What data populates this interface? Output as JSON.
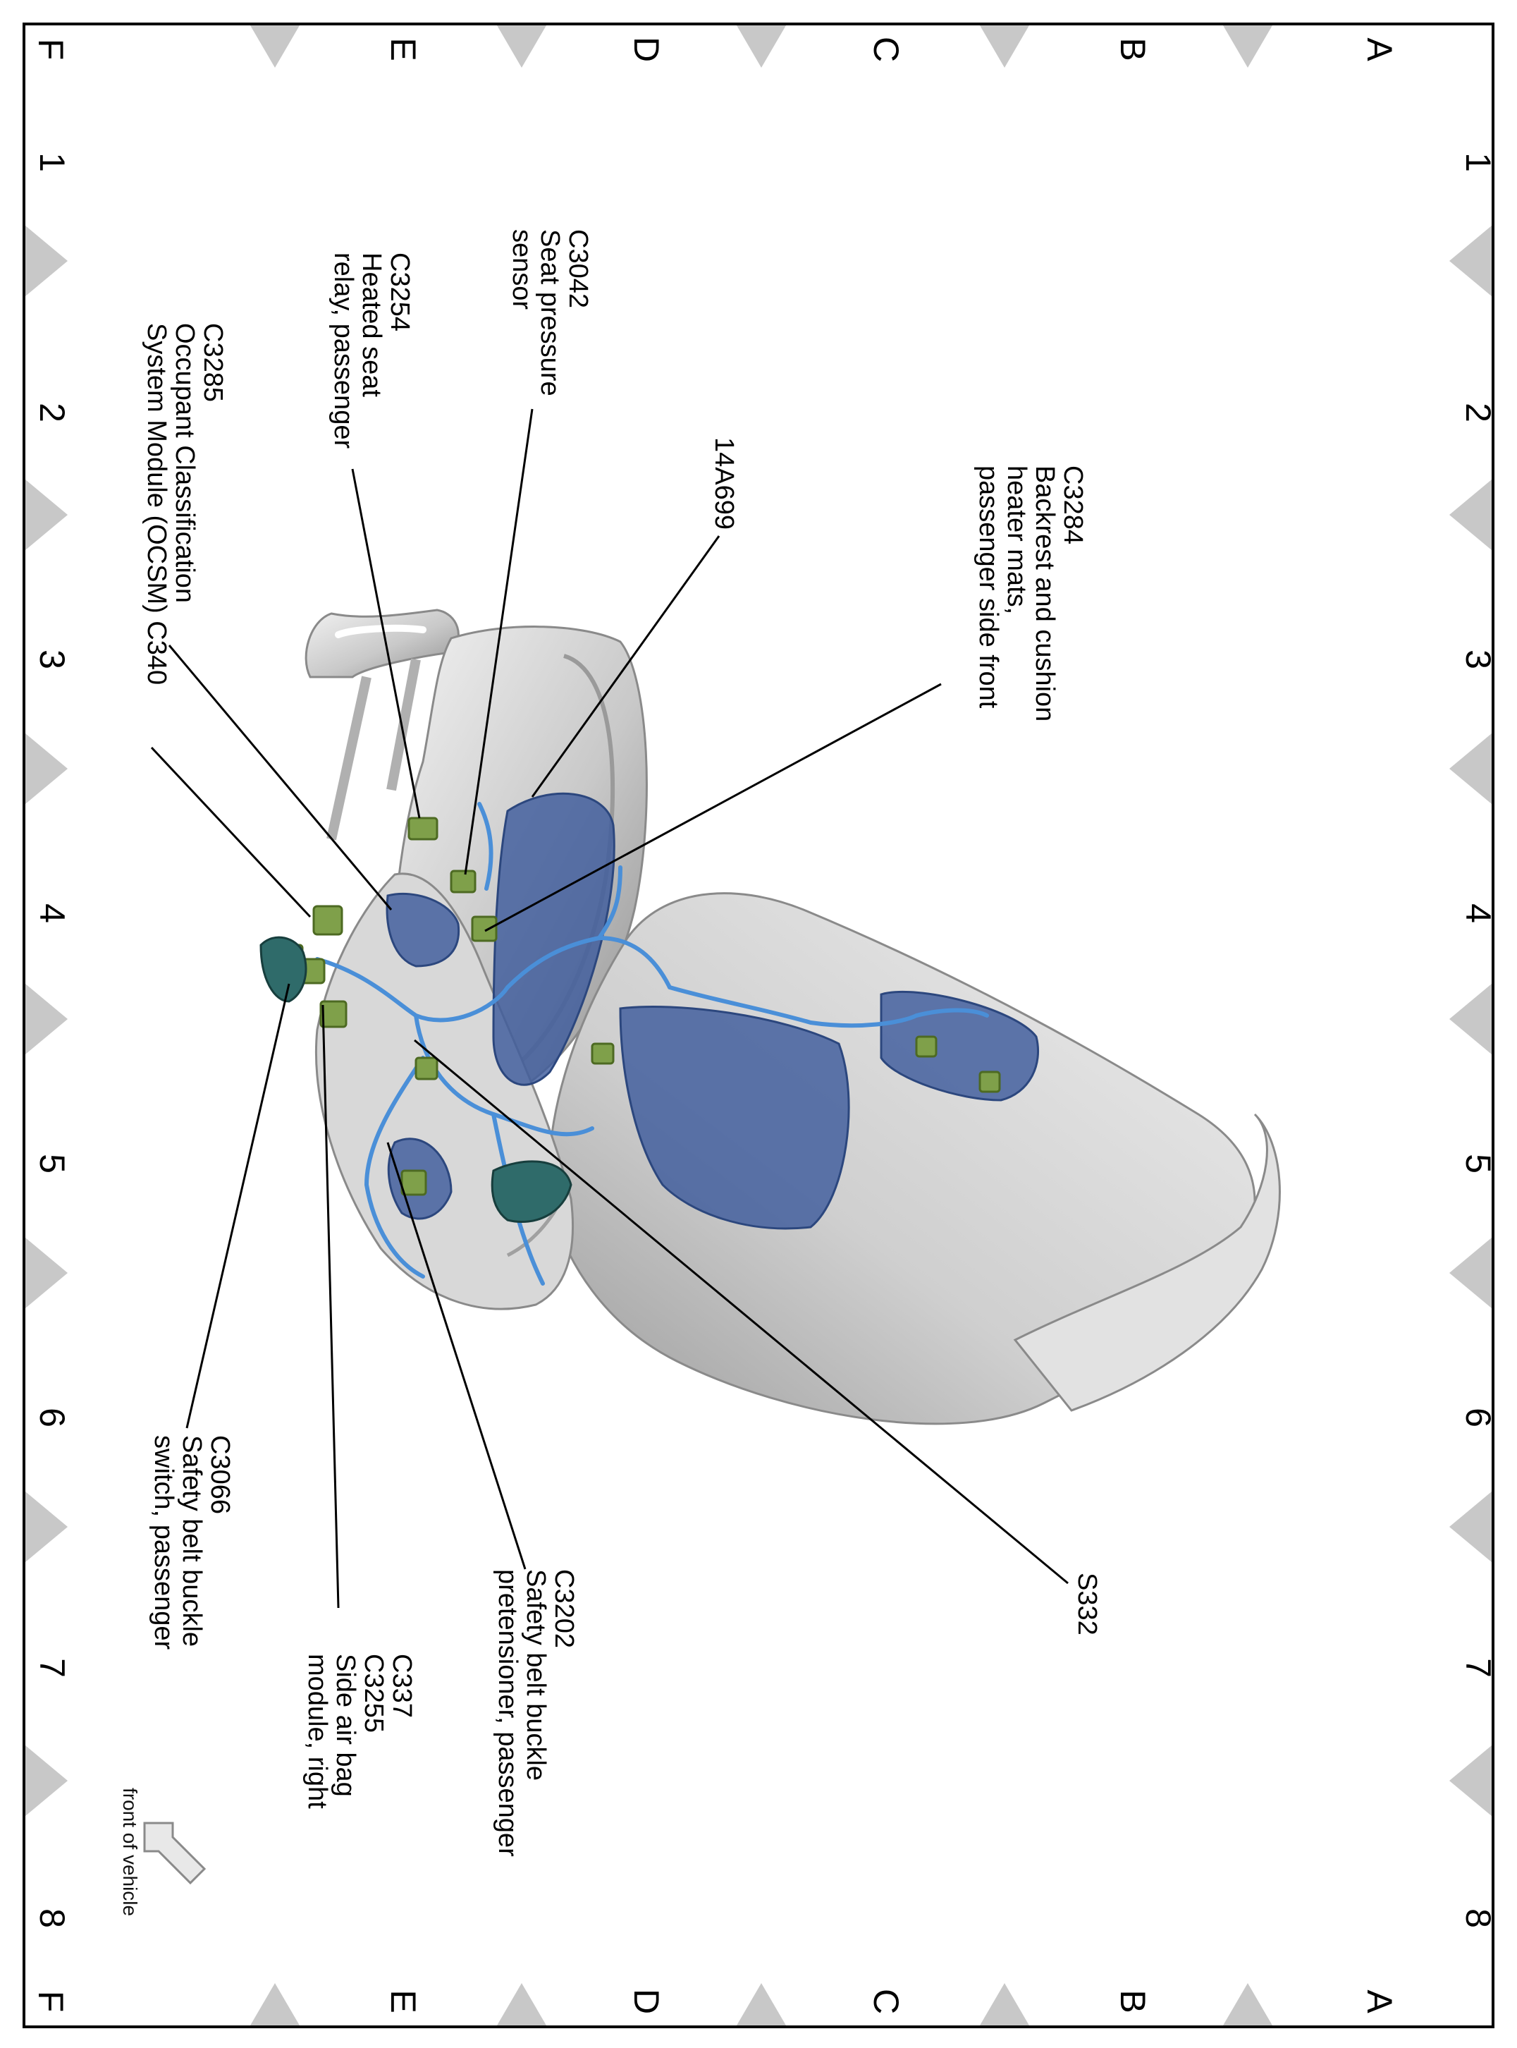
{
  "grid": {
    "letters": [
      "A",
      "B",
      "C",
      "D",
      "E",
      "F"
    ],
    "numbers": [
      "1",
      "2",
      "3",
      "4",
      "5",
      "6",
      "7",
      "8"
    ]
  },
  "callouts": {
    "c3284": [
      "C3284",
      "Backrest and cushion",
      "heater mats,",
      "passenger side front"
    ],
    "a14a699": [
      "14A699"
    ],
    "c3042": [
      "C3042",
      "Seat pressure",
      "sensor"
    ],
    "c3254": [
      "C3254",
      "Heated seat",
      "relay, passenger"
    ],
    "c3285": [
      "C3285",
      "Occupant Classification",
      "System Module (OCSM)  C340"
    ],
    "s332": [
      "S332"
    ],
    "c3202": [
      "C3202",
      "Safety belt buckle",
      "pretensioner, passenger"
    ],
    "c337": [
      "C337",
      "C3255",
      "Side air bag",
      "module, right"
    ],
    "c3066": [
      "C3066",
      "Safety belt buckle",
      "switch, passenger"
    ]
  },
  "front_label": "front of vehicle",
  "colors": {
    "seat": "#d4d4d4",
    "seat_shadow": "#9a9a9a",
    "mat": "#3e5c9c",
    "wire": "#4a8fd8",
    "connector": "#7fa04a",
    "grid_marker": "#c8c8c8"
  }
}
